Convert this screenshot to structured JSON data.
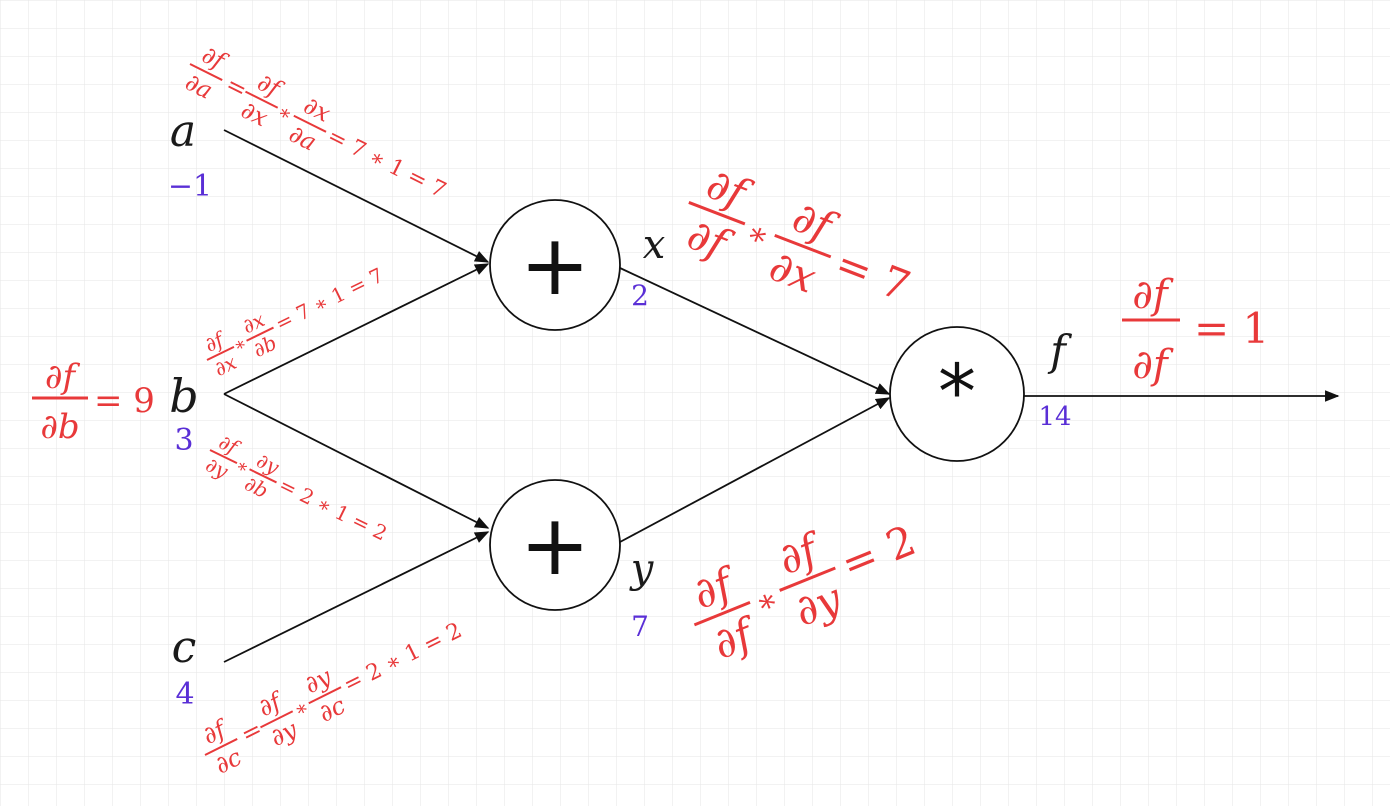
{
  "inputs": {
    "a": {
      "name": "a",
      "value": "−1"
    },
    "b": {
      "name": "b",
      "value": "3"
    },
    "c": {
      "name": "c",
      "value": "4"
    }
  },
  "nodes": {
    "x": {
      "op": "+",
      "name": "x",
      "value": "2"
    },
    "y": {
      "op": "+",
      "name": "y",
      "value": "7"
    },
    "f": {
      "op": "*",
      "name": "f",
      "value": "14"
    }
  },
  "grads": {
    "ff": {
      "num": "∂f",
      "den": "∂f",
      "rhs": "= 1"
    },
    "fx": {
      "n1": "∂f",
      "d1": "∂f",
      "n2": "∂f",
      "d2": "∂x",
      "times": "*",
      "rhs": "= 7"
    },
    "fy": {
      "n1": "∂f",
      "d1": "∂f",
      "n2": "∂f",
      "d2": "∂y",
      "times": "*",
      "rhs": "= 2"
    },
    "a": {
      "n0": "∂f",
      "d0": "∂a",
      "eq": "=",
      "n1": "∂f",
      "d1": "∂x",
      "times": "*",
      "n2": "∂x",
      "d2": "∂a",
      "rhs": "= 7 ∗ 1 = 7"
    },
    "bx": {
      "n1": "∂f",
      "d1": "∂x",
      "times": "*",
      "n2": "∂x",
      "d2": "∂b",
      "rhs": "= 7 ∗ 1 = 7"
    },
    "by": {
      "n1": "∂f",
      "d1": "∂y",
      "times": "*",
      "n2": "∂y",
      "d2": "∂b",
      "rhs": "= 2 ∗ 1 = 2"
    },
    "c": {
      "n0": "∂f",
      "d0": "∂c",
      "eq": "=",
      "n1": "∂f",
      "d1": "∂y",
      "times": "*",
      "n2": "∂y",
      "d2": "∂c",
      "rhs": "= 2 ∗ 1 = 2"
    },
    "b": {
      "num": "∂f",
      "den": "∂b",
      "rhs": "= 9"
    }
  },
  "colors": {
    "gradient": "#e8393a",
    "value": "#5a2fd6",
    "ink": "#111111",
    "grid": "#e6e6e6"
  }
}
